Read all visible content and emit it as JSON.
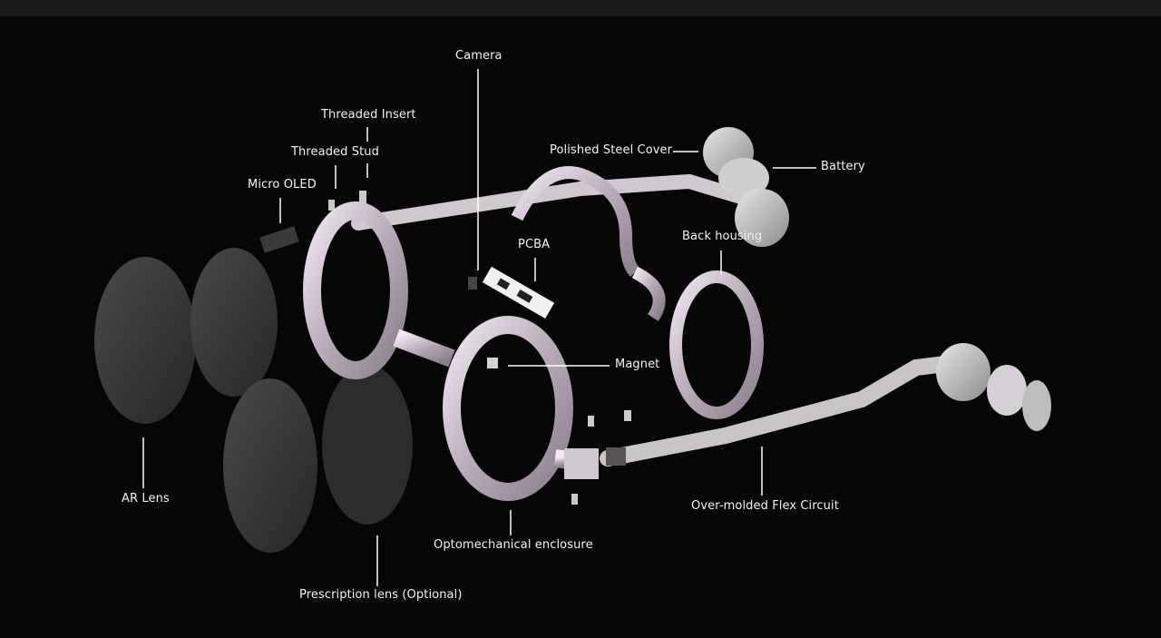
{
  "colors": {
    "background": "#060606",
    "top_bar": "#1a1a1a",
    "label_text": "#f2f2f2",
    "leader_line": "#ffffff",
    "frame": "#d8ccd8",
    "lens": "#3a3a3a"
  },
  "labels": {
    "camera": "Camera",
    "threaded_insert": "Threaded Insert",
    "threaded_stud": "Threaded Stud",
    "micro_oled": "Micro OLED",
    "polished_steel_cover": "Polished Steel Cover",
    "battery": "Battery",
    "pcba": "PCBA",
    "back_housing": "Back housing",
    "magnet": "Magnet",
    "ar_lens": "AR Lens",
    "optomechanical_enclosure": "Optomechanical enclosure",
    "over_molded_flex_circuit": "Over-molded Flex Circuit",
    "prescription_lens": "Prescription lens (Optional)"
  }
}
